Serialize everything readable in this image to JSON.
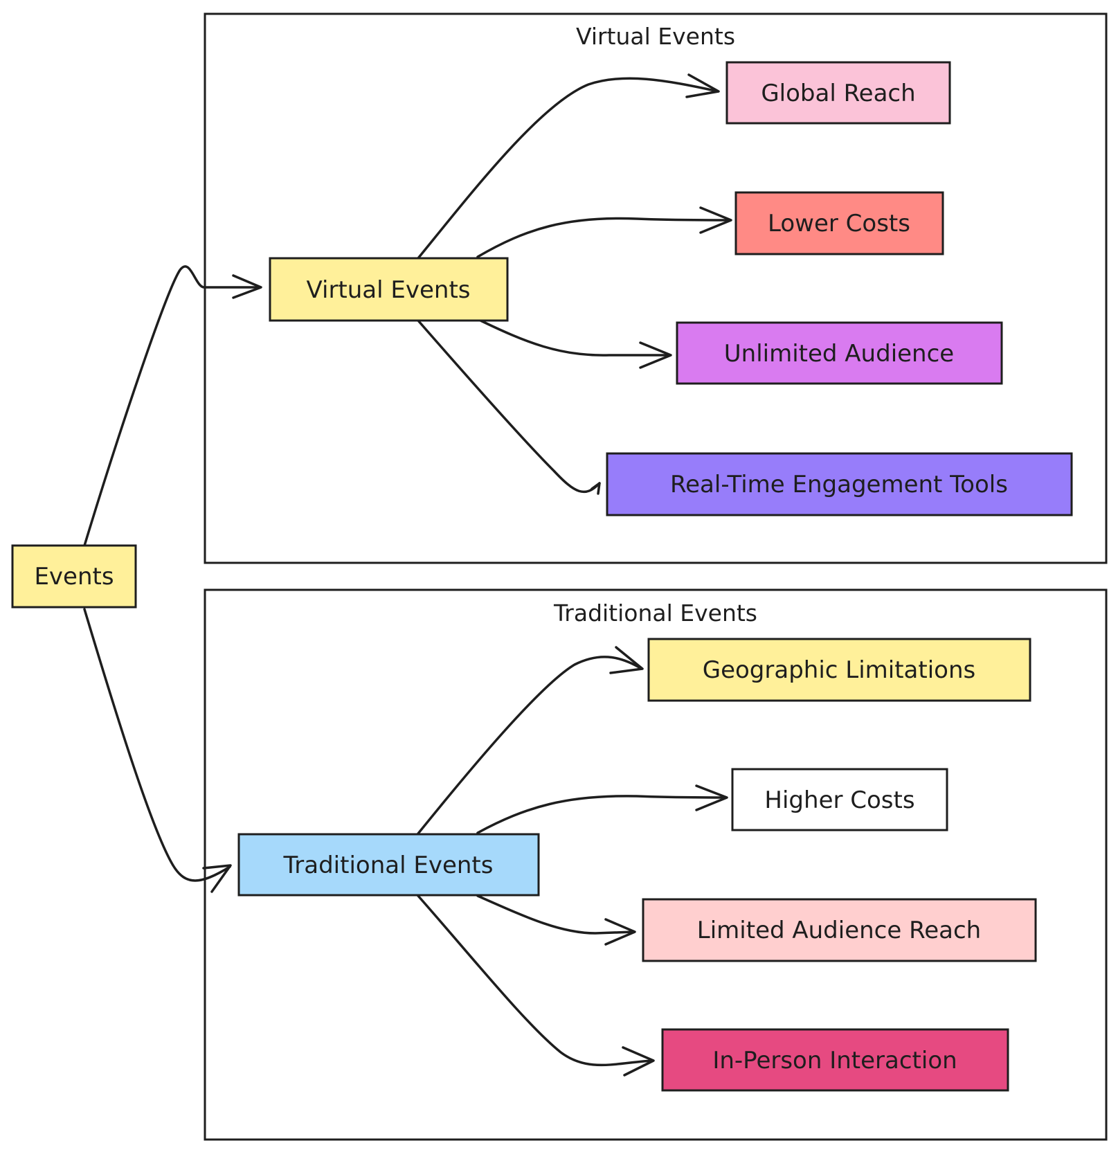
{
  "groups": [
    {
      "id": "virtual",
      "label": "Virtual Events"
    },
    {
      "id": "traditional",
      "label": "Traditional Events"
    }
  ],
  "nodes": {
    "events": {
      "label": "Events",
      "color": "#fff09a"
    },
    "virtual": {
      "label": "Virtual Events",
      "color": "#fff09a"
    },
    "global": {
      "label": "Global Reach",
      "color": "#fbc3d8"
    },
    "lower": {
      "label": "Lower Costs",
      "color": "#ff8a85"
    },
    "unlimited": {
      "label": "Unlimited Audience",
      "color": "#d97bf0"
    },
    "realtime": {
      "label": "Real-Time Engagement Tools",
      "color": "#977dfa"
    },
    "traditional": {
      "label": "Traditional Events",
      "color": "#a6d9fb"
    },
    "geographic": {
      "label": "Geographic Limitations",
      "color": "#fff09a"
    },
    "higher": {
      "label": "Higher Costs",
      "color": "#ffffff"
    },
    "limited": {
      "label": "Limited Audience Reach",
      "color": "#ffcfcf"
    },
    "inperson": {
      "label": "In-Person Interaction",
      "color": "#e64a81"
    }
  },
  "edges": [
    {
      "from": "events",
      "to": "virtual"
    },
    {
      "from": "events",
      "to": "traditional"
    },
    {
      "from": "virtual",
      "to": "global"
    },
    {
      "from": "virtual",
      "to": "lower"
    },
    {
      "from": "virtual",
      "to": "unlimited"
    },
    {
      "from": "virtual",
      "to": "realtime"
    },
    {
      "from": "traditional",
      "to": "geographic"
    },
    {
      "from": "traditional",
      "to": "higher"
    },
    {
      "from": "traditional",
      "to": "limited"
    },
    {
      "from": "traditional",
      "to": "inperson"
    }
  ]
}
